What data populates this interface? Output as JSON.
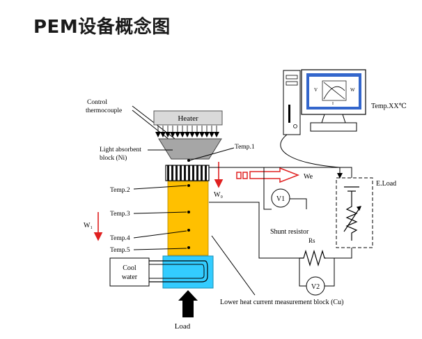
{
  "title": "PEM设备概念图",
  "labels": {
    "control_thermocouple_1": "Control",
    "control_thermocouple_2": "thermocouple",
    "heater": "Heater",
    "light_absorbent_1": "Light absorbent",
    "light_absorbent_2": "block (Ni)",
    "temp1": "Temp.1",
    "temp2": "Temp.2",
    "temp3": "Temp.3",
    "temp4": "Temp.4",
    "temp5": "Temp.5",
    "w0": "W₀",
    "w1": "W₁",
    "we": "We",
    "v1": "V1",
    "v2": "V2",
    "rs": "Rs",
    "shunt_resistor": "Shunt resistor",
    "eload": "E.Load",
    "temp_xx": "Temp.XX℃",
    "cool_water_1": "Cool",
    "cool_water_2": "water",
    "lower_block": "Lower heat current measurement block (Cu)",
    "load": "Load",
    "monitor_v": "V",
    "monitor_w": "W",
    "monitor_i": "I"
  },
  "colors": {
    "copper_block": "#FFC000",
    "cooling_block": "#33CCFF",
    "arrow_red": "#E02020",
    "monitor_screen": "#3366CC"
  }
}
